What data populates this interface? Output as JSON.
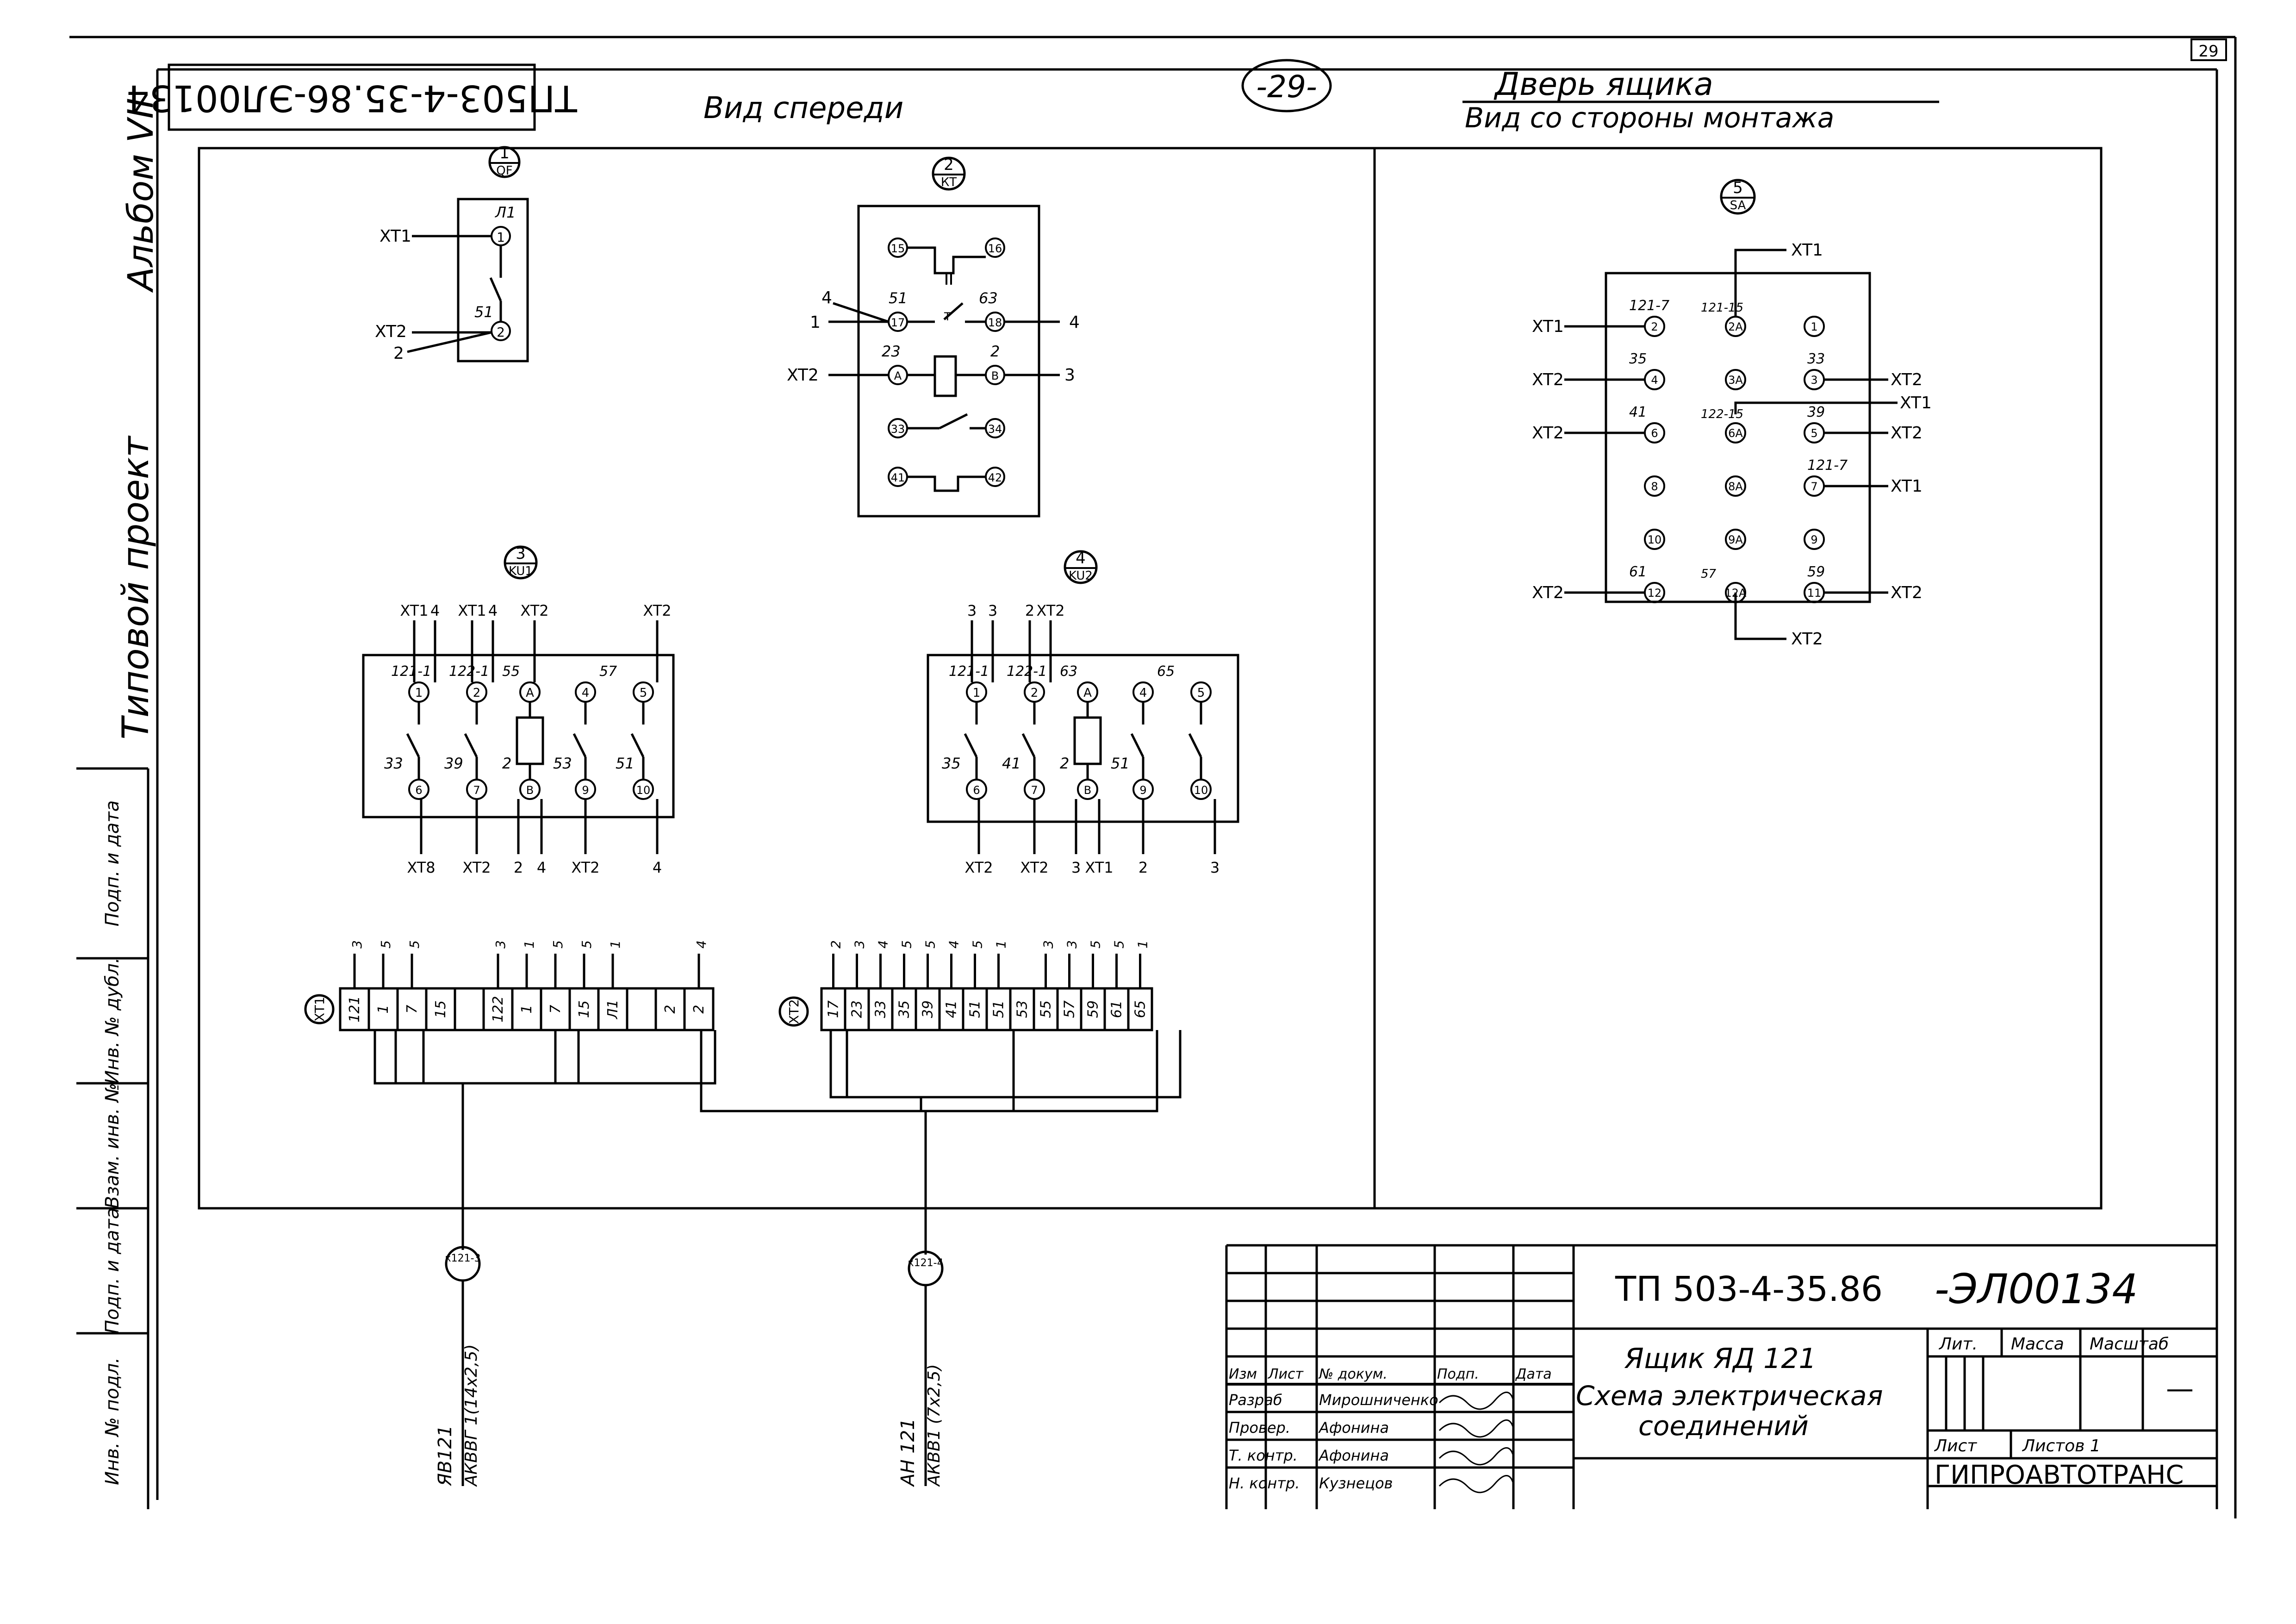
{
  "sheet": {
    "corner_number": "29",
    "page_number": "-29-",
    "stamp_code": "ТП503-4-35.86-ЭЛ00134",
    "album": "Альбом VII",
    "project_type": "Типовой проект"
  },
  "left_strip_fields": [
    "Подп. и дата",
    "Инв. № дубл.",
    "Взам. инв. №",
    "Подп. и дата",
    "Инв. № подл."
  ],
  "views": {
    "front_title": "Вид спереди",
    "door_title": "Дверь ящика",
    "door_subtitle": "Вид со стороны монтажа"
  },
  "components": {
    "qf": {
      "num": "1",
      "name": "QF",
      "terms": [
        "Л1",
        "51"
      ],
      "t1": "1",
      "t2": "2",
      "w1": "XT1",
      "w2": "XT2",
      "w3": "2"
    },
    "kt": {
      "num": "2",
      "name": "КТ",
      "top": [
        "15",
        "16"
      ],
      "mid": [
        "51",
        "63"
      ],
      "coil": [
        "23",
        "2"
      ],
      "t_l": [
        "17",
        "18"
      ],
      "t_r": [
        "A",
        "B"
      ],
      "bot1": [
        "33",
        "34"
      ],
      "bot2": [
        "41",
        "42"
      ],
      "left": [
        "4",
        "1",
        "XT2"
      ],
      "right": [
        "4",
        "3"
      ]
    },
    "ku1": {
      "num": "3",
      "name": "KU1",
      "top_wires": [
        "XT1",
        "4",
        "XT1",
        "4",
        "XT2",
        "XT2"
      ],
      "top_labels": [
        "121-1",
        "122-1",
        "55",
        "57"
      ],
      "top_terms": [
        "1",
        "2",
        "A",
        "4",
        "5"
      ],
      "bot_labels": [
        "33",
        "39",
        "2",
        "53",
        "51"
      ],
      "bot_terms": [
        "6",
        "7",
        "B",
        "9",
        "10"
      ],
      "bot_wires": [
        "XT8",
        "XT2",
        "2",
        "4",
        "XT2",
        "4"
      ]
    },
    "ku2": {
      "num": "4",
      "name": "KU2",
      "top_wires": [
        "3",
        "3",
        "2",
        "XT2"
      ],
      "top_labels": [
        "121-1",
        "122-1",
        "63",
        "65"
      ],
      "top_terms": [
        "1",
        "2",
        "A",
        "4",
        "5"
      ],
      "bot_labels": [
        "35",
        "41",
        "2",
        "51"
      ],
      "bot_terms": [
        "6",
        "7",
        "B",
        "9",
        "10"
      ],
      "bot_wires": [
        "XT2",
        "XT2",
        "3",
        "XT1",
        "2",
        "3"
      ]
    },
    "sa": {
      "num": "5",
      "name": "SA",
      "rows": [
        {
          "l_wire": "XT1",
          "l_label": "121-7",
          "l_term": "2",
          "m_label": "121-15",
          "m_term": "2A",
          "r_label": "",
          "r_term": "1",
          "r_wire": ""
        },
        {
          "l_wire": "XT2",
          "l_label": "35",
          "l_term": "4",
          "m_label": "",
          "m_term": "3A",
          "r_label": "33",
          "r_term": "3",
          "r_wire": "XT2"
        },
        {
          "l_wire": "XT2",
          "l_label": "41",
          "l_term": "6",
          "m_label": "122-15",
          "m_term": "6A",
          "r_label": "39",
          "r_term": "5",
          "r_wire": "XT2"
        },
        {
          "l_wire": "",
          "l_label": "",
          "l_term": "8",
          "m_label": "",
          "m_term": "8A",
          "r_label": "121-7",
          "r_term": "7",
          "r_wire": "XT1"
        },
        {
          "l_wire": "",
          "l_label": "",
          "l_term": "10",
          "m_label": "",
          "m_term": "9A",
          "r_label": "",
          "r_term": "9",
          "r_wire": ""
        },
        {
          "l_wire": "XT2",
          "l_label": "61",
          "l_term": "12",
          "m_label": "57",
          "m_term": "12A",
          "r_label": "59",
          "r_term": "11",
          "r_wire": "XT2"
        }
      ],
      "top_wire": "XT1",
      "mid_wire": "XT1",
      "bot_wire": "XT2"
    }
  },
  "terminal_blocks": {
    "xt1": {
      "label": "XT1",
      "cells": [
        "121",
        "1",
        "7",
        "15",
        "",
        "122",
        "1",
        "7",
        "15",
        "Л1",
        "",
        "2",
        "2"
      ],
      "wires": [
        "3",
        "5",
        "5",
        "",
        "",
        "3",
        "1",
        "5",
        "5",
        "1",
        "",
        "",
        "4"
      ]
    },
    "xt2": {
      "label": "XT2",
      "cells": [
        "17",
        "23",
        "33",
        "35",
        "39",
        "41",
        "51",
        "51",
        "53",
        "55",
        "57",
        "59",
        "61",
        "65"
      ],
      "wires": [
        "2",
        "3",
        "4",
        "5",
        "5",
        "4",
        "5",
        "1",
        "",
        "3",
        "3",
        "5",
        "5",
        "1"
      ]
    }
  },
  "cables": [
    {
      "tag": "к121-3",
      "line1": "ЯВ121",
      "line2": "АКВВГ 1(14х2,5)"
    },
    {
      "tag": "к121-4",
      "line1": "АН 121",
      "line2": "АКВВ1 (7х2,5)"
    }
  ],
  "title_block": {
    "doc_code": "ТП 503-4-35.86",
    "doc_suffix": "-ЭЛ00134",
    "header": [
      "Изм",
      "Лист",
      "№ докум.",
      "Подп.",
      "Дата"
    ],
    "roles": [
      "Разраб",
      "Провер.",
      "Т. контр.",
      "Н. контр."
    ],
    "names": [
      "Мирошниченко",
      "Афонина",
      "Афонина",
      "Кузнецов"
    ],
    "title_lines": [
      "Ящик ЯД 121",
      "Схема электрическая",
      "соединений"
    ],
    "lit": "Лит.",
    "mass": "Масса",
    "scale": "Масштаб",
    "scale_value": "—",
    "sheet": "Лист",
    "sheets": "Листов 1",
    "org": "ГИПРОАВТОТРАНС"
  }
}
